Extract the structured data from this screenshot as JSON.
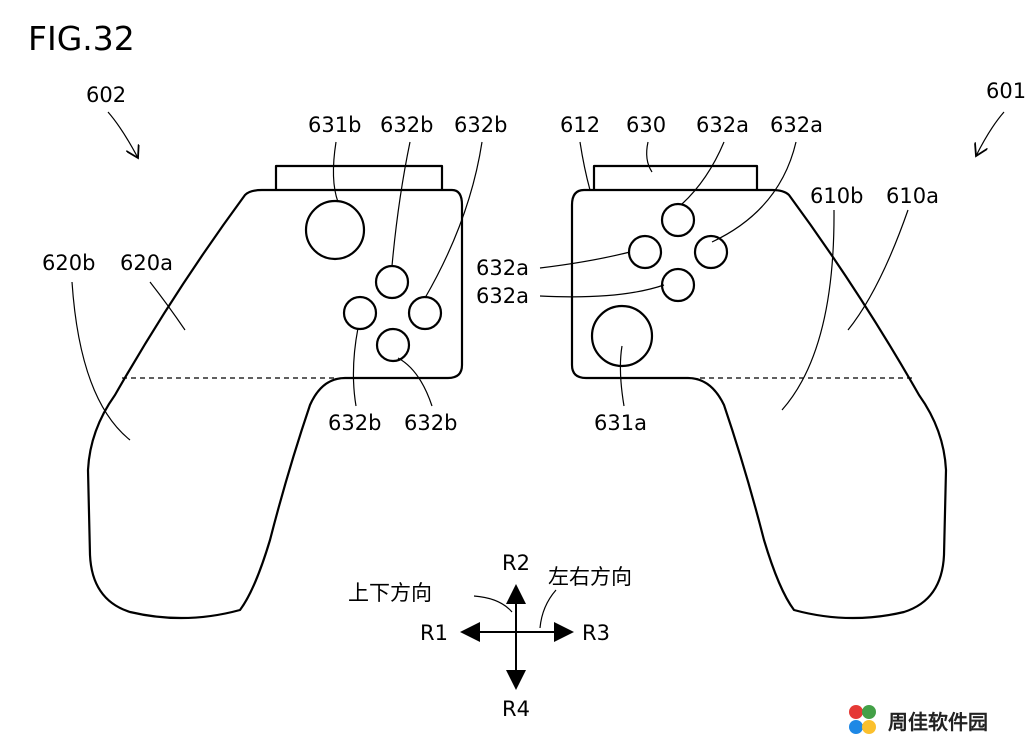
{
  "figure_label": "FIG.32",
  "labels": {
    "left_controller": "602",
    "right_controller": "601",
    "l_631b": "631b",
    "l_632b_1": "632b",
    "l_632b_2": "632b",
    "l_632b_3": "632b",
    "l_632b_4": "632b",
    "l_620b": "620b",
    "l_620a": "620a",
    "l_612": "612",
    "l_630": "630",
    "l_632a_1": "632a",
    "l_632a_2": "632a",
    "l_632a_3": "632a",
    "l_632a_4": "632a",
    "l_610b": "610b",
    "l_610a": "610a",
    "l_631a": "631a"
  },
  "directions": {
    "up": "R2",
    "down": "R4",
    "left": "R1",
    "right": "R3",
    "vertical_label": "上下方向",
    "horizontal_label": "左右方向"
  },
  "watermark": {
    "text": "周佳软件园",
    "colors": [
      "#e53935",
      "#43a047",
      "#1e88e5",
      "#fbc02d"
    ]
  }
}
